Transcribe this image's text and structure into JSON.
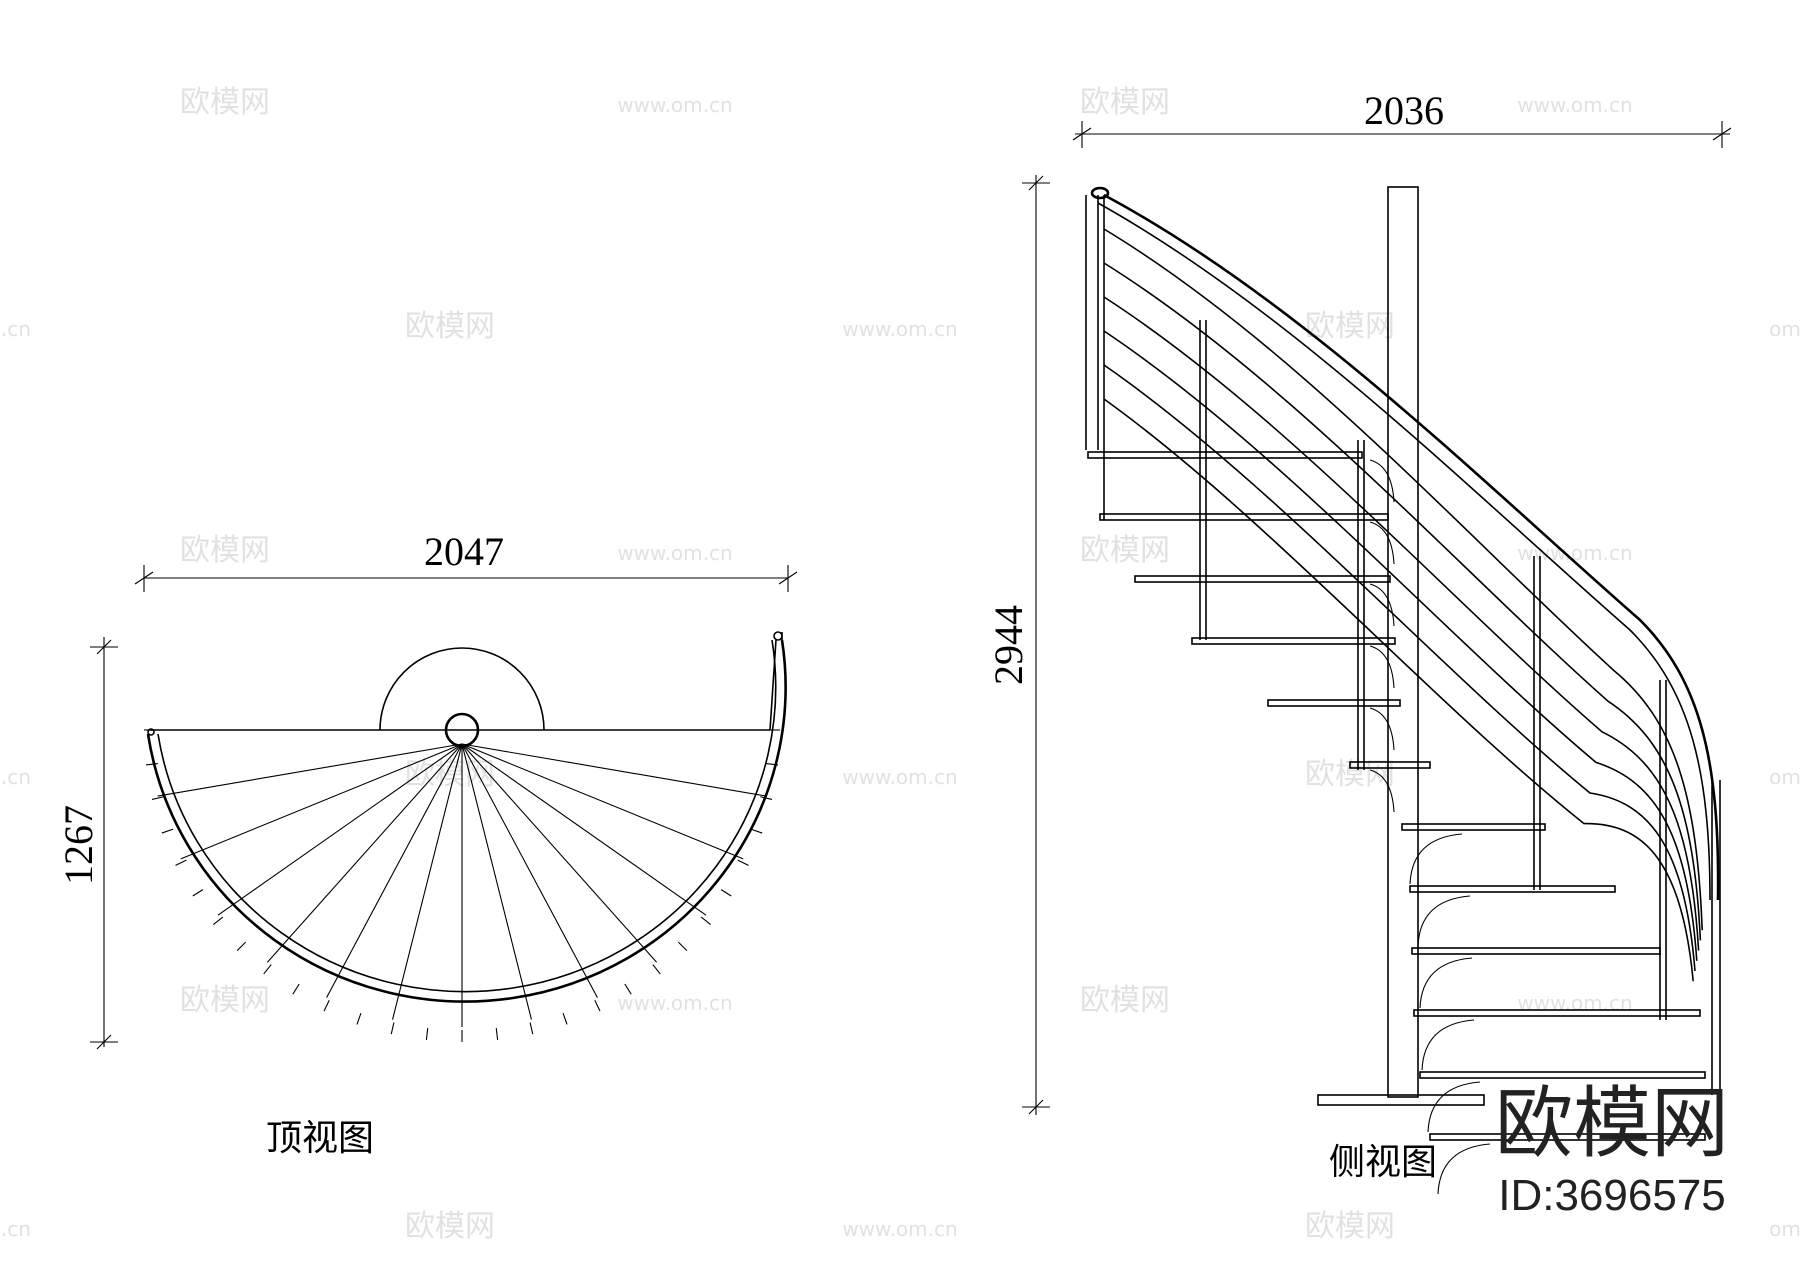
{
  "top_view": {
    "width_dim": "2047",
    "height_dim": "1267",
    "caption": "顶视图",
    "step_count": 14
  },
  "side_view": {
    "width_dim": "2036",
    "height_dim": "2944",
    "caption": "侧视图",
    "tread_count": 12
  },
  "watermarks": {
    "brand": "欧模网",
    "url": "www.om.cn",
    "url_partial": "om.cn"
  },
  "corner_brand": {
    "name": "欧模网",
    "id": "ID:3696575"
  },
  "colors": {
    "line": "#000000",
    "watermark": "#c9c9c9",
    "brand": "#222222"
  }
}
